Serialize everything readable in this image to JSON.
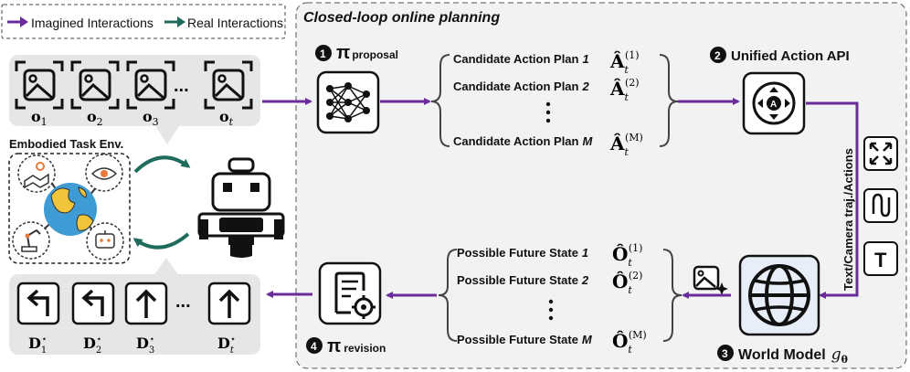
{
  "legend": {
    "imagined": "Imagined Interactions",
    "real": "Real Interactions",
    "imagined_color": "#6a2c9a",
    "real_color": "#1f6b5c"
  },
  "panel": {
    "title": "Closed-loop online planning"
  },
  "observations": [
    "o1",
    "o2",
    "o3",
    "ot"
  ],
  "env_label": "Embodied Task Env.",
  "instructions": [
    "D1*",
    "D2*",
    "D3*",
    "Dt*"
  ],
  "proposal": {
    "step": "1",
    "symbol": "π",
    "sub": "proposal"
  },
  "revision": {
    "step": "4",
    "symbol": "π",
    "sub": "revision"
  },
  "unified_api": {
    "step": "2",
    "label": "Unified Action API"
  },
  "world_model": {
    "step": "3",
    "label": "World Model",
    "sym": "g",
    "sub": "θ"
  },
  "candidates": [
    {
      "label": "Candidate Action Plan",
      "idx": "1",
      "sym": "Â",
      "sup": "(1)"
    },
    {
      "label": "Candidate Action Plan",
      "idx": "2",
      "sym": "Â",
      "sup": "(2)"
    },
    {
      "label": "Candidate Action Plan",
      "idx": "M",
      "sym": "Â",
      "sup": "(M)"
    }
  ],
  "futures": [
    {
      "label": "Possible Future State",
      "idx": "1",
      "sym": "Ô",
      "sup": "(1)"
    },
    {
      "label": "Possible Future State",
      "idx": "2",
      "sym": "Ô",
      "sup": "(2)"
    },
    {
      "label": "Possible Future State",
      "idx": "M",
      "sym": "Ô",
      "sup": "(M)"
    }
  ],
  "side_label": "Text/Camera traj./Actions",
  "sub_t": "t",
  "ellipsis": "...",
  "text_icon": "T"
}
